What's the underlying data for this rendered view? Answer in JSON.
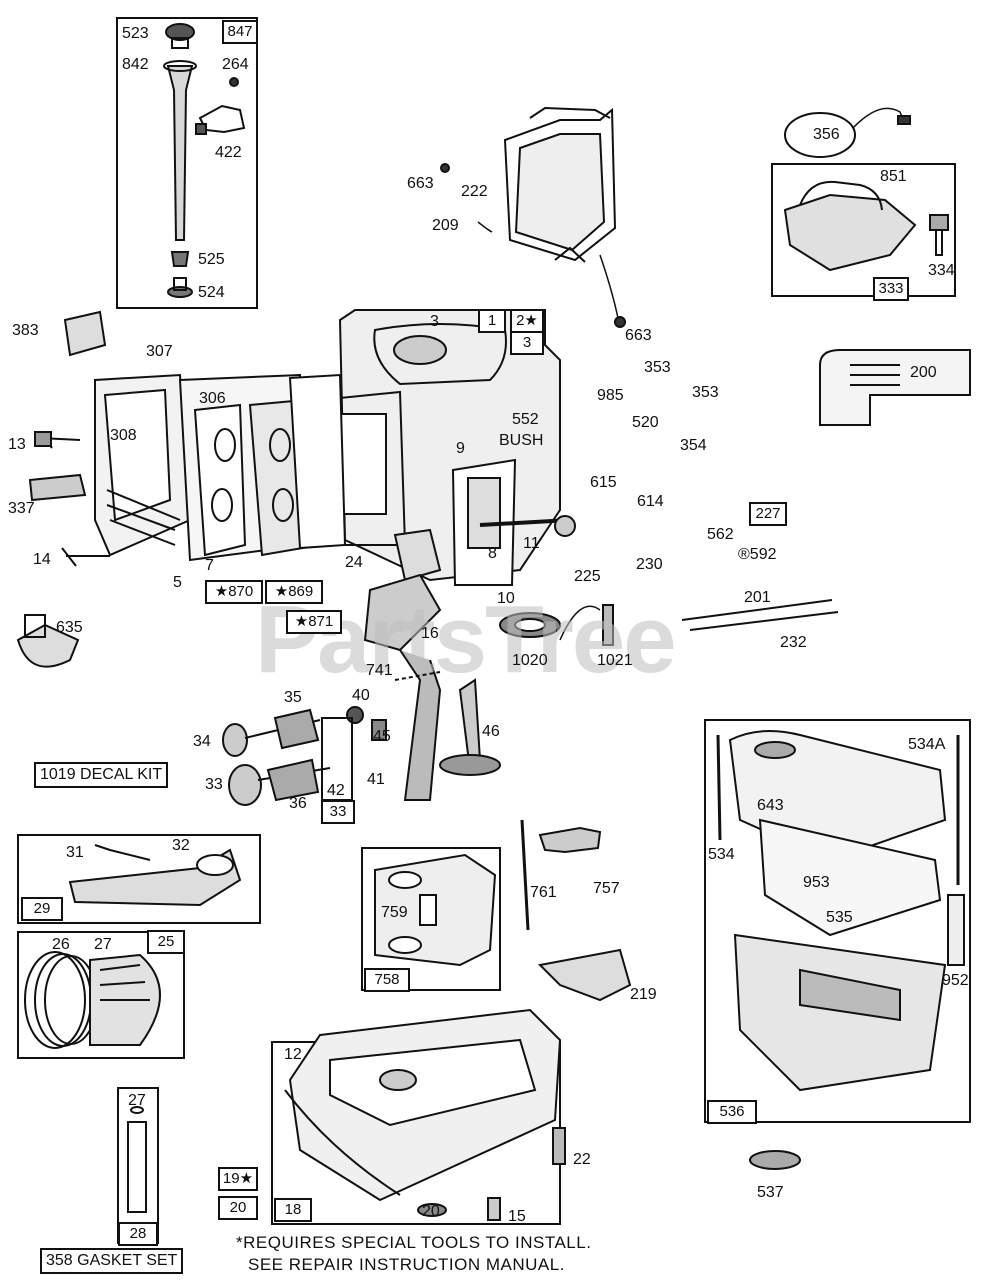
{
  "watermark": "PartsTree",
  "footnote": {
    "line1": "*REQUIRES SPECIAL TOOLS TO INSTALL.",
    "line2": "SEE REPAIR INSTRUCTION MANUAL."
  },
  "kits": {
    "decal_kit": "1019 DECAL KIT",
    "gasket_set": "358 GASKET SET"
  },
  "part_labels": {
    "p523": "523",
    "p842": "842",
    "p264": "264",
    "p422": "422",
    "p525": "525",
    "p524": "524",
    "p663a": "663",
    "p222": "222",
    "p209": "209",
    "p663b": "663",
    "p356": "356",
    "p851": "851",
    "p334": "334",
    "p383": "383",
    "p307": "307",
    "p306": "306",
    "p308": "308",
    "p13": "13",
    "p337": "337",
    "p14": "14",
    "p5": "5",
    "p7": "7",
    "p24": "24",
    "p3": "3",
    "p552": "552",
    "bush": "BUSH",
    "p9": "9",
    "p8": "8",
    "p11": "11",
    "p10": "10",
    "p985": "985",
    "p353a": "353",
    "p353b": "353",
    "p520": "520",
    "p354": "354",
    "p200": "200",
    "p615": "615",
    "p614": "614",
    "p562": "562",
    "p592": "®592",
    "p225": "225",
    "p230": "230",
    "p201": "201",
    "p232": "232",
    "p635": "635",
    "p16": "16",
    "p1020": "1020",
    "p1021": "1021",
    "p741": "741",
    "p35": "35",
    "p40": "40",
    "p34": "34",
    "p45": "45",
    "p46": "46",
    "p33": "33",
    "p36": "36",
    "p41": "41",
    "p42": "42",
    "p31": "31",
    "p32": "32",
    "p26": "26",
    "p27a": "27",
    "p761": "761",
    "p757": "757",
    "p759": "759",
    "p219": "219",
    "p534a": "534A",
    "p643": "643",
    "p534": "534",
    "p953": "953",
    "p535": "535",
    "p952": "952",
    "p537": "537",
    "p12": "12",
    "p22": "22",
    "p15": "15",
    "p20b": "20",
    "p27b": "27"
  },
  "boxed_labels": {
    "b847": "847",
    "b333": "333",
    "b1": "1",
    "b2": "2★",
    "b3": "3",
    "b227": "227",
    "b870": "★870",
    "b869": "★869",
    "b871": "★871",
    "b33": "33",
    "b29": "29",
    "b25": "25",
    "b758": "758",
    "b536": "536",
    "b19": "19★",
    "b20": "20",
    "b18": "18",
    "b28": "28"
  }
}
